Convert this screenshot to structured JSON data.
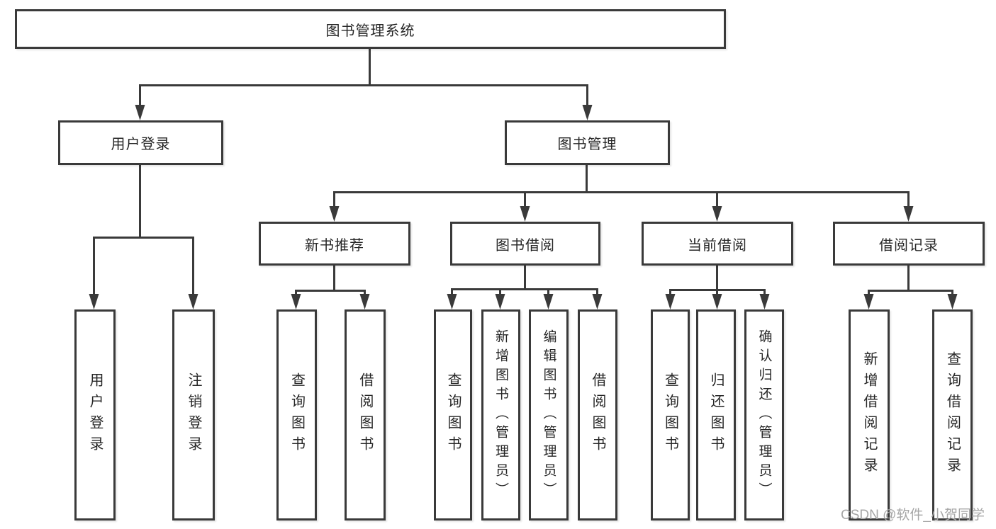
{
  "nodes": {
    "root": "图书管理系统",
    "user_login": "用户登录",
    "book_mgmt": "图书管理",
    "new_book_rec": "新书推荐",
    "book_borrow": "图书借阅",
    "current_borrow": "当前借阅",
    "borrow_records": "借阅记录",
    "login": "用户登录",
    "logout": "注销登录",
    "rec_query": "查询图书",
    "rec_borrow": "借阅图书",
    "bb_query": "查询图书",
    "bb_add": "新增图书（管理员）",
    "bb_edit": "编辑图书（管理员）",
    "bb_borrow": "借阅图书",
    "cb_query": "查询图书",
    "cb_return": "归还图书",
    "cb_confirm": "确认归还（管理员）",
    "br_add": "新增借阅记录",
    "br_query": "查询借阅记录"
  },
  "watermark": "CSDN @软件_小贺同学",
  "colors": {
    "line": "#3a3a3a",
    "text": "#262626",
    "watermark": "#a6a6a6"
  }
}
